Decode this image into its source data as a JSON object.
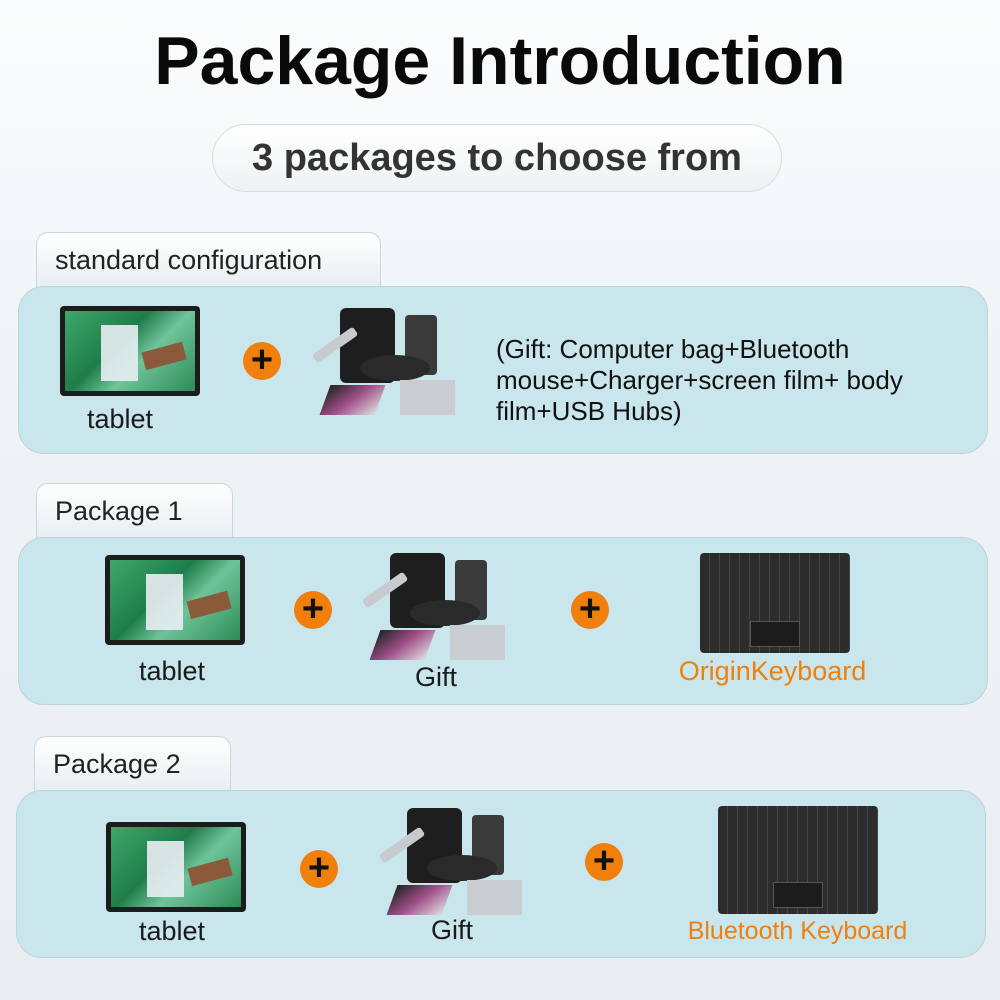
{
  "title": "Package Introduction",
  "subtitle": "3 packages to choose from",
  "packages": [
    {
      "tab": "standard configuration",
      "tablet": "tablet",
      "gift_desc": "(Gift: Computer bag+Bluetooth mouse+Charger+screen film+ body film+USB Hubs)"
    },
    {
      "tab": "Package 1",
      "tablet": "tablet",
      "gift": "Gift",
      "keyboard": "OriginKeyboard"
    },
    {
      "tab": "Package 2",
      "tablet": "tablet",
      "gift": "Gift",
      "keyboard": "Bluetooth Keyboard"
    }
  ],
  "colors": {
    "accent": "#f07f0c",
    "panel": "#c9e6ec"
  }
}
